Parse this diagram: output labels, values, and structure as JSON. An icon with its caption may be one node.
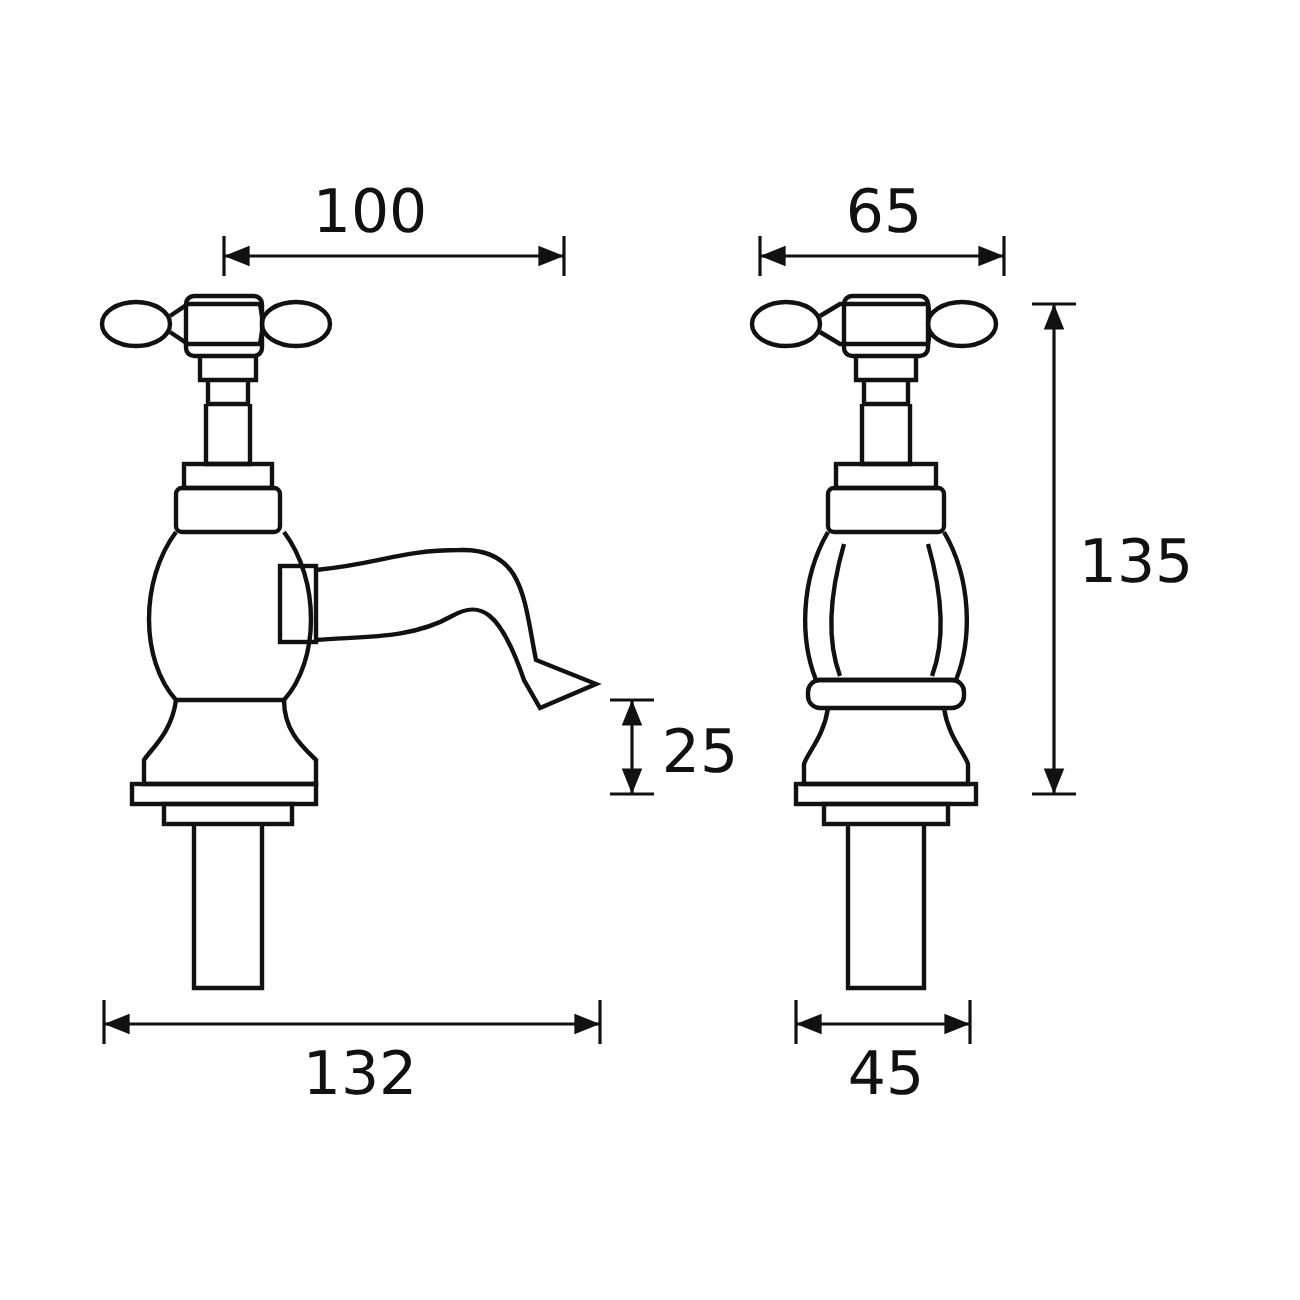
{
  "diagram": {
    "labels": [
      "100",
      "65",
      "135",
      "25",
      "132",
      "45"
    ]
  }
}
